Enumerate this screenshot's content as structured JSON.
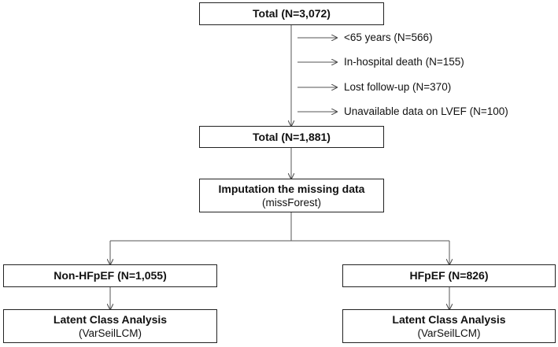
{
  "boxes": {
    "total_initial": "Total (N=3,072)",
    "total_filtered": "Total (N=1,881)",
    "imputation_title": "Imputation the missing data",
    "imputation_method": "(missForest)",
    "non_hfpef": "Non-HFpEF (N=1,055)",
    "hfpef": "HFpEF (N=826)",
    "lca_left_title": "Latent Class Analysis",
    "lca_left_method": "(VarSeilLCM)",
    "lca_right_title": "Latent Class Analysis",
    "lca_right_method": "(VarSeilLCM)"
  },
  "exclusions": [
    "<65 years (N=566)",
    "In-hospital death (N=155)",
    "Lost follow-up (N=370)",
    "Unavailable data on LVEF (N=100)"
  ]
}
